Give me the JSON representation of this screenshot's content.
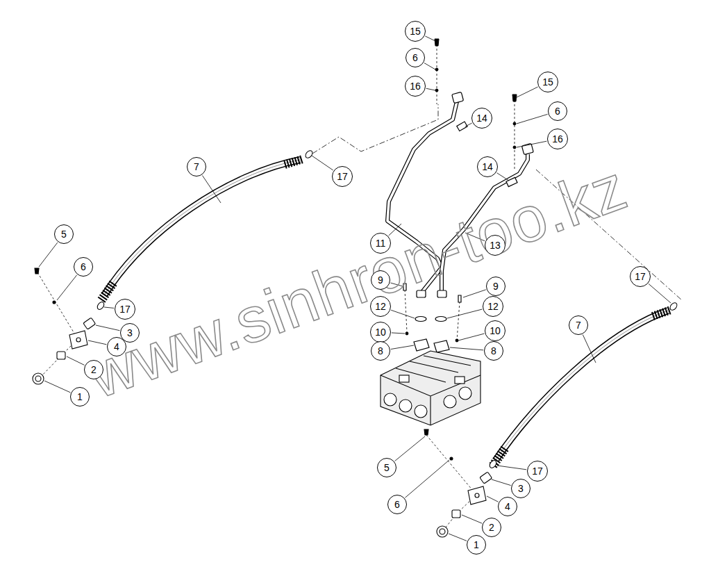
{
  "diagram": {
    "nodes": [
      {
        "text": [
          "15"
        ]
      },
      {
        "text": [
          "6"
        ]
      },
      {
        "text": [
          "15"
        ]
      },
      {
        "text": [
          "16"
        ]
      },
      {
        "text": [
          "6"
        ]
      },
      {
        "text": [
          "14"
        ]
      },
      {
        "text": [
          "16"
        ]
      },
      {
        "text": [
          "7"
        ]
      },
      {
        "text": [
          "14"
        ]
      },
      {
        "text": [
          "17"
        ]
      },
      {
        "text": [
          "5"
        ]
      },
      {
        "text": [
          "11"
        ]
      },
      {
        "text": [
          "13"
        ]
      },
      {
        "text": [
          "6"
        ]
      },
      {
        "text": [
          "17"
        ]
      },
      {
        "text": [
          "9"
        ]
      },
      {
        "text": [
          "9"
        ]
      },
      {
        "text": [
          "12"
        ]
      },
      {
        "text": [
          "12"
        ]
      },
      {
        "text": [
          "17"
        ]
      },
      {
        "text": [
          "7"
        ]
      },
      {
        "text": [
          "10"
        ]
      },
      {
        "text": [
          "10"
        ]
      },
      {
        "text": [
          "3"
        ]
      },
      {
        "text": [
          "4"
        ]
      },
      {
        "text": [
          "8"
        ]
      },
      {
        "text": [
          "8"
        ]
      },
      {
        "text": [
          "2"
        ]
      },
      {
        "text": [
          "1"
        ]
      },
      {
        "text": [
          "5"
        ]
      },
      {
        "text": [
          "17"
        ]
      },
      {
        "text": [
          "3"
        ]
      },
      {
        "text": [
          "6"
        ]
      },
      {
        "text": [
          "4"
        ]
      },
      {
        "text": [
          "2"
        ]
      },
      {
        "text": [
          "1"
        ]
      }
    ],
    "labels": [
      "www.sinhron-too.kz"
    ]
  }
}
